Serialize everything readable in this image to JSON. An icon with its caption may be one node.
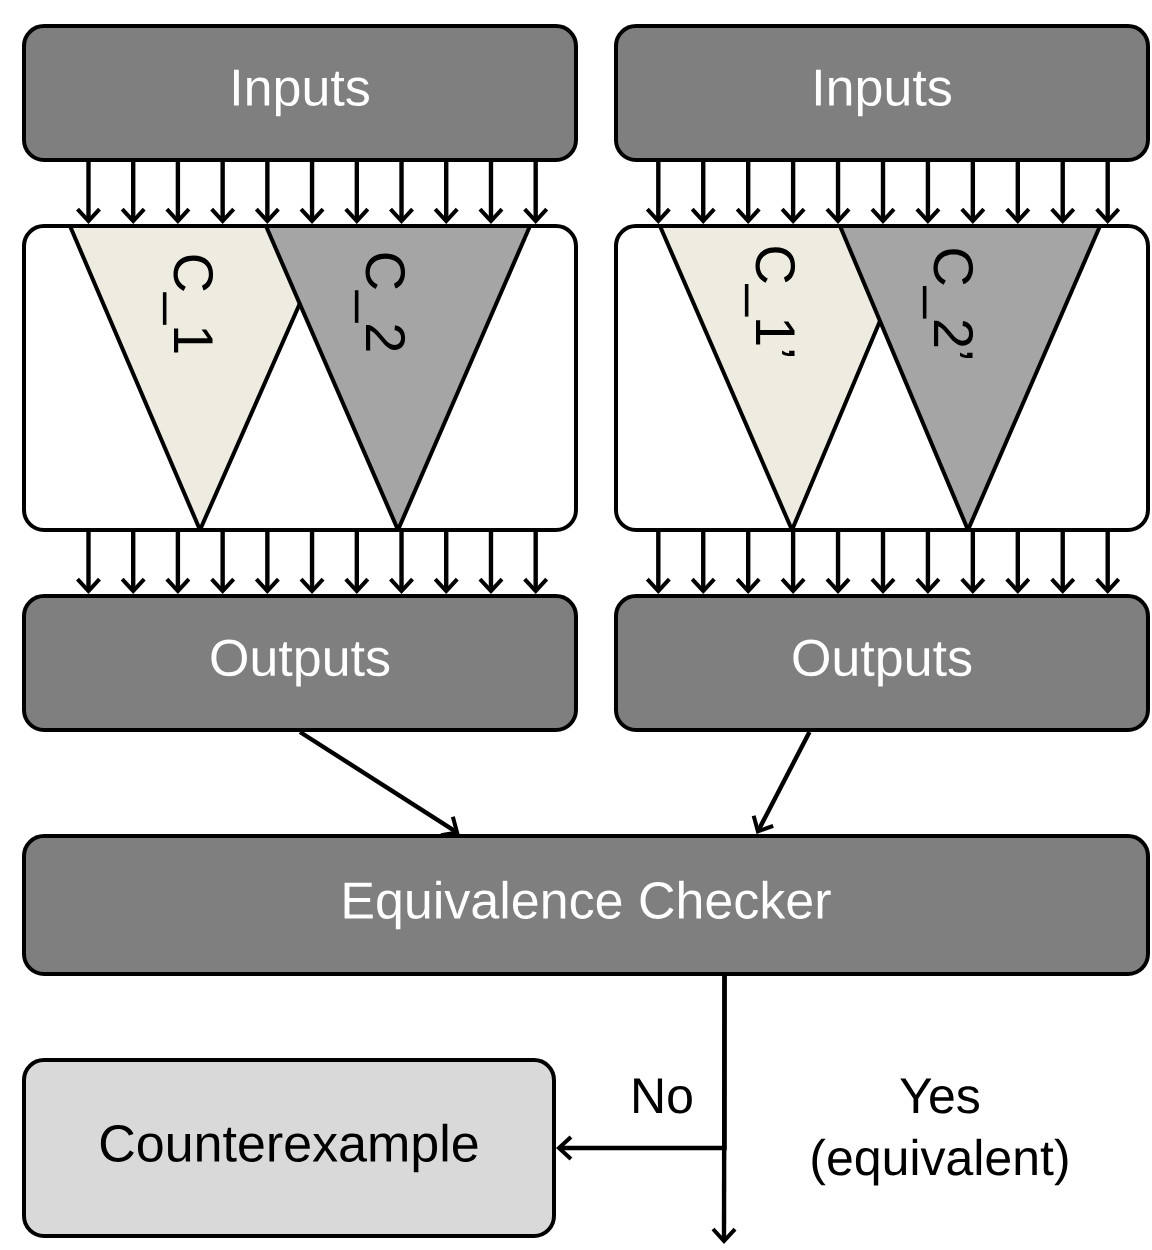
{
  "diagram": {
    "nodes": [
      {
        "text": [
          "Inputs"
        ]
      },
      {
        "text": [
          "Inputs"
        ]
      },
      {
        "text": [],
        "shape": "box"
      },
      {
        "text": [
          "C_1"
        ],
        "in": 2
      },
      {
        "text": [
          "C_2"
        ],
        "in": 2
      },
      {
        "text": [],
        "shape": "box"
      },
      {
        "text": [
          "C_1’"
        ],
        "in": 5
      },
      {
        "text": [
          "C_2’"
        ],
        "in": 5
      },
      {
        "text": [
          "Outputs"
        ]
      },
      {
        "text": [
          "Outputs"
        ]
      },
      {
        "text": [
          "Equivalence Checker"
        ]
      },
      {
        "text": [
          "Counterexample"
        ]
      }
    ],
    "edges": [
      {
        "from": 0,
        "to": 2,
        "arrow": "to"
      },
      {
        "from": 0,
        "to": 2,
        "arrow": "to"
      },
      {
        "from": 0,
        "to": 2,
        "arrow": "to"
      },
      {
        "from": 0,
        "to": 2,
        "arrow": "to"
      },
      {
        "from": 0,
        "to": 2,
        "arrow": "to"
      },
      {
        "from": 0,
        "to": 2,
        "arrow": "to"
      },
      {
        "from": 0,
        "to": 2,
        "arrow": "to"
      },
      {
        "from": 0,
        "to": 2,
        "arrow": "to"
      },
      {
        "from": 0,
        "to": 2,
        "arrow": "to"
      },
      {
        "from": 0,
        "to": 2,
        "arrow": "to"
      },
      {
        "from": 0,
        "to": 2,
        "arrow": "to"
      },
      {
        "from": 1,
        "to": 5,
        "arrow": "to"
      },
      {
        "from": 1,
        "to": 5,
        "arrow": "to"
      },
      {
        "from": 1,
        "to": 5,
        "arrow": "to"
      },
      {
        "from": 1,
        "to": 5,
        "arrow": "to"
      },
      {
        "from": 1,
        "to": 5,
        "arrow": "to"
      },
      {
        "from": 1,
        "to": 5,
        "arrow": "to"
      },
      {
        "from": 1,
        "to": 5,
        "arrow": "to"
      },
      {
        "from": 1,
        "to": 5,
        "arrow": "to"
      },
      {
        "from": 1,
        "to": 5,
        "arrow": "to"
      },
      {
        "from": 1,
        "to": 5,
        "arrow": "to"
      },
      {
        "from": 1,
        "to": 5,
        "arrow": "to"
      },
      {
        "from": 2,
        "to": 8,
        "arrow": "to"
      },
      {
        "from": 2,
        "to": 8,
        "arrow": "to"
      },
      {
        "from": 2,
        "to": 8,
        "arrow": "to"
      },
      {
        "from": 2,
        "to": 8,
        "arrow": "to"
      },
      {
        "from": 2,
        "to": 8,
        "arrow": "to"
      },
      {
        "from": 2,
        "to": 8,
        "arrow": "to"
      },
      {
        "from": 2,
        "to": 8,
        "arrow": "to"
      },
      {
        "from": 2,
        "to": 8,
        "arrow": "to"
      },
      {
        "from": 2,
        "to": 8,
        "arrow": "to"
      },
      {
        "from": 2,
        "to": 8,
        "arrow": "to"
      },
      {
        "from": 2,
        "to": 8,
        "arrow": "to"
      },
      {
        "from": 5,
        "to": 9,
        "arrow": "to"
      },
      {
        "from": 5,
        "to": 9,
        "arrow": "to"
      },
      {
        "from": 5,
        "to": 9,
        "arrow": "to"
      },
      {
        "from": 5,
        "to": 9,
        "arrow": "to"
      },
      {
        "from": 5,
        "to": 9,
        "arrow": "to"
      },
      {
        "from": 5,
        "to": 9,
        "arrow": "to"
      },
      {
        "from": 5,
        "to": 9,
        "arrow": "to"
      },
      {
        "from": 5,
        "to": 9,
        "arrow": "to"
      },
      {
        "from": 5,
        "to": 9,
        "arrow": "to"
      },
      {
        "from": 5,
        "to": 9,
        "arrow": "to"
      },
      {
        "from": 5,
        "to": 9,
        "arrow": "to"
      },
      {
        "from": 8,
        "to": 10,
        "arrow": "to"
      },
      {
        "from": 9,
        "to": 10,
        "arrow": "to"
      },
      {
        "from": 10,
        "to": 11,
        "label": "No",
        "arrow": "to"
      },
      {
        "from": 10,
        "to": null,
        "label": "Yes (equivalent)",
        "arrow": "to"
      }
    ]
  }
}
